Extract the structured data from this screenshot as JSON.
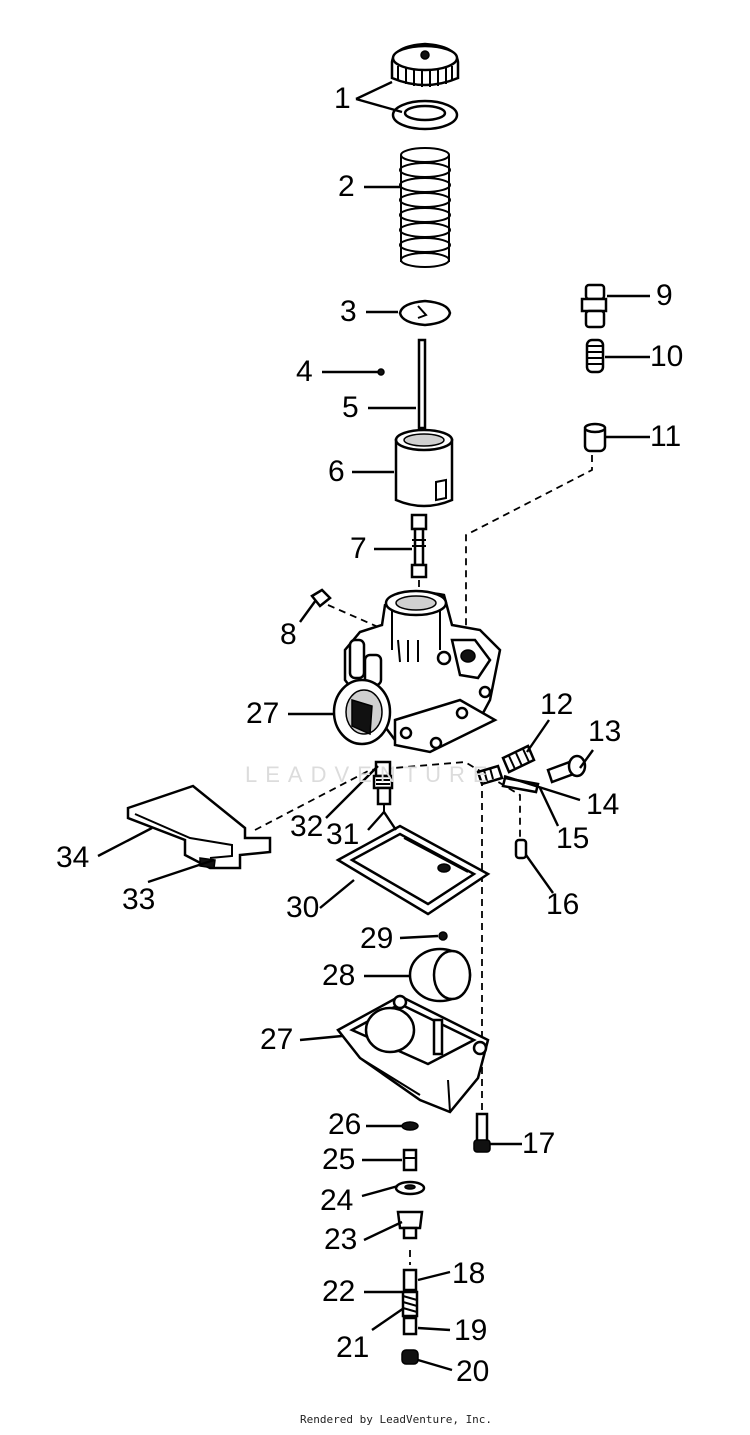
{
  "watermark": "LEADVENTURE",
  "credit": "Rendered by LeadVenture, Inc.",
  "callouts": {
    "n1": "1",
    "n2": "2",
    "n3": "3",
    "n4": "4",
    "n5": "5",
    "n6": "6",
    "n7": "7",
    "n8": "8",
    "n9": "9",
    "n10": "10",
    "n11": "11",
    "n12": "12",
    "n13": "13",
    "n14": "14",
    "n15": "15",
    "n16": "16",
    "n17": "17",
    "n18": "18",
    "n19": "19",
    "n20": "20",
    "n21": "21",
    "n22": "22",
    "n23": "23",
    "n24": "24",
    "n25": "25",
    "n26": "26",
    "n27a": "27",
    "n27b": "27",
    "n28": "28",
    "n29": "29",
    "n30": "30",
    "n31": "31",
    "n32": "32",
    "n33": "33",
    "n34": "34"
  }
}
